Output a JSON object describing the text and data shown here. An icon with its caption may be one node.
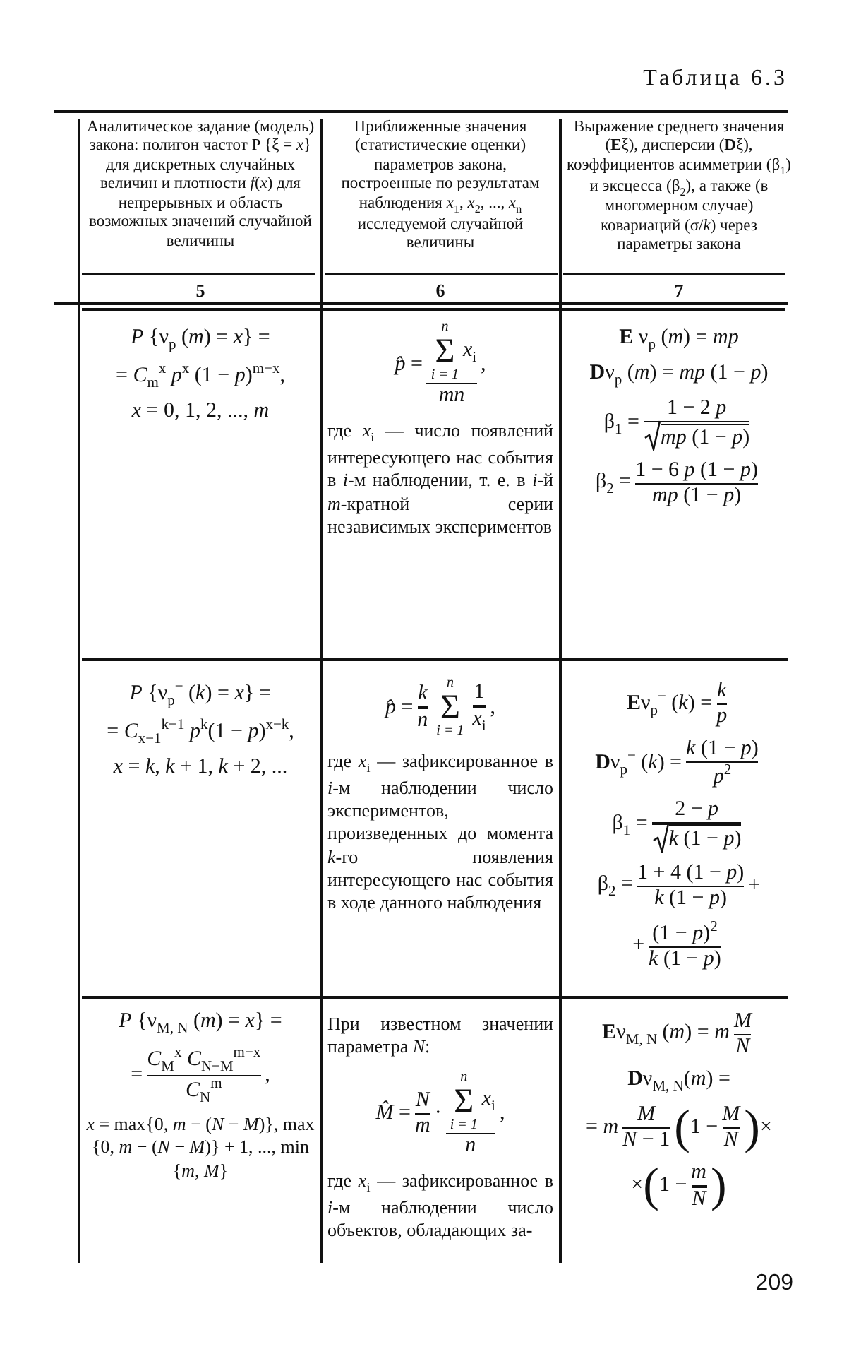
{
  "diagram": {
    "title": "Таблица 6.3",
    "labels": [
      "Аналитическое задание (модель) закона: полигон частот P {ξ = *x*} для дискретных случайных величин и плотности *f*(*x*) для непрерывных и область возможных значений случайной величины",
      "Приближенные значения (статистические оценки) параметров закона, построенные по результатам наблюдения *x*$_{1}$, *x*$_{2}$, ..., *x*$_{n}$ исследуемой случайной величины",
      "Выражение среднего значения (**E**ξ), дисперсии (**D**ξ), коэффициентов асимметрии (β$_{1}$) и эксцесса (β$_{2}$), а также (в многомерном случае) ковариаций (σ/*k*) через параметры закона",
      "5",
      "6",
      "7",
      "*P* {ν$_{p}$ (*m*) = *x*} =",
      "= *C*$_{m}$$^{x}$ *p*$^{x}$ (1 − *p*)$^{m−x}$,",
      "*x* = 0, 1, 2, ..., *m*",
      "*p̂* =",
      "n",
      "Σ",
      "i = 1",
      "*x*$_{i}$",
      "*mn*",
      ",",
      "где *x*$_{i}$ — число появлений интересующего нас события в *i*-м наблюдении, т. е. в *i*-й *m*-кратной серии независимых экспериментов",
      "**E** ν$_{p}$ (*m*) = *mp*",
      "**D**ν$_{p}$ (*m*) = *mp* (1 − *p*)",
      "β$_{1}$ =",
      "1 − 2 *p*",
      "*mp* (1 − *p*)",
      "β$_{2}$ =",
      "1 − 6 *p* (1 − *p*)",
      "*mp* (1 − *p*)",
      "*P* {ν$_{p}$$^{−}$ (*k*) = *x*} =",
      "= *C*$_{x−1}$$^{k−1}$ *p*$^{k}$(1 − *p*)$^{x−k}$,",
      "*x* = *k*, *k* + 1, *k* + 2, ...",
      "*p̂* =",
      "*k*",
      "*n*",
      "n",
      "Σ",
      "i = 1",
      "1",
      "*x*$_{i}$",
      ",",
      "где *x*$_{i}$ — зафиксированное в *i*-м наблюдении число экспериментов, произведенных до момента *k*-го появления интересующего нас события в ходе данного наблюдения",
      "**E**ν$_{p}$$^{−}$ (*k*) =",
      "*k*",
      "*p*",
      "**D**ν$_{p}$$^{−}$ (*k*) =",
      "*k* (1 − *p*)",
      "*p*$^{2}$",
      "β$_{1}$ =",
      "2 − *p*",
      "*k* (1 − *p*)",
      "β$_{2}$ =",
      "1 + 4 (1 − *p*)",
      "*k* (1 − *p*)",
      "+",
      "+",
      "(1 − *p*)$^{2}$",
      "*k* (1 − *p*)",
      "*P* {ν$_{M, N}$ (*m*) = *x*} =",
      "=",
      "*C*$_{M}$$^{x}$ *C*$_{N−M}$$^{m−x}$",
      "*C*$_{N}$$^{m}$",
      ",",
      "*x* = max{0, *m* − (*N* − *M*)}, max {0, *m* − (*N* − *M*)} + 1, ..., min {*m*, *M*}",
      "При известном значении параметра *N*:",
      "*M̂* =",
      "*N*",
      "*m*",
      "·",
      "n",
      "Σ",
      "i = 1",
      "*x*$_{i}$",
      "*n*",
      ",",
      "где *x*$_{i}$ — зафиксированное в *i*-м наблюдении число объектов, обладающих за-",
      "**E**ν$_{M, N}$ (*m*) = *m*",
      "*M*",
      "*N*",
      "**D**ν$_{M, N}$(*m*) =",
      "= *m*",
      "*M*",
      "*N* − 1",
      "(",
      "1 −",
      "*M*",
      "*N*",
      ")",
      "×",
      "×",
      "(",
      "1 −",
      "*m*",
      "*N*",
      ")",
      "209"
    ]
  }
}
